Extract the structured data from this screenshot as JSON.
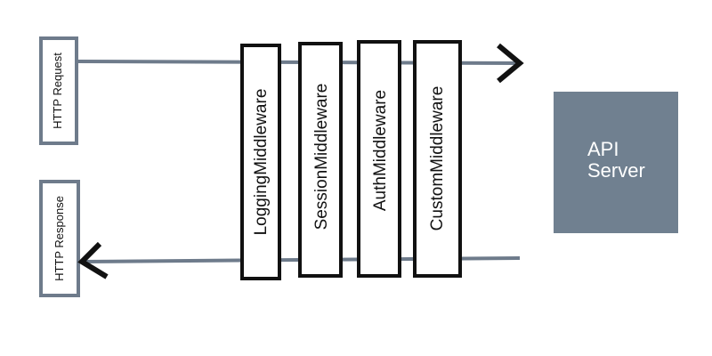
{
  "diagram": {
    "client_request_label": "HTTP Request",
    "client_response_label": "HTTP Response",
    "middlewares": [
      "LoggingMiddleware",
      "SessionMiddleware",
      "AuthMiddleware",
      "CustomMiddleware"
    ],
    "server_label_line1": "API",
    "server_label_line2": "Server"
  },
  "colors": {
    "arrow": "#6e7b8b",
    "box_border_client": "#6e7b8b",
    "middleware_border": "#111111",
    "server_fill": "#708090",
    "server_text": "#ffffff"
  }
}
